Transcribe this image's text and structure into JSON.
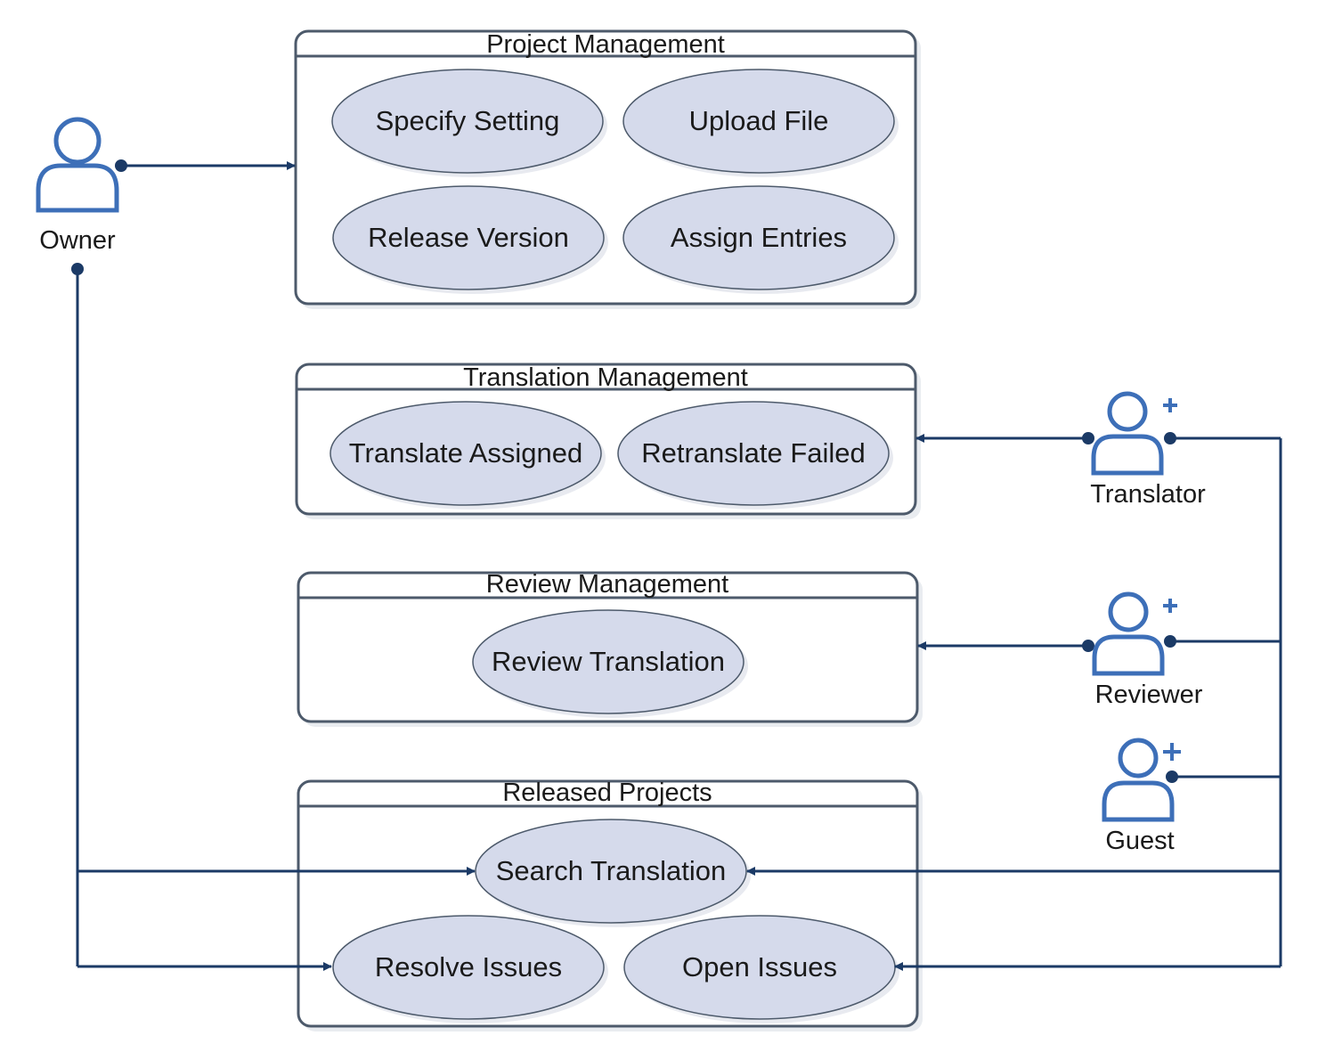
{
  "colors": {
    "connector": "#1b3a66",
    "actor": "#3d6fb8",
    "usecase_fill": "#d5daeb",
    "frame": "#4d5a6b"
  },
  "packages": {
    "project": {
      "title": "Project Management",
      "usecases": [
        "Specify Setting",
        "Upload File",
        "Release Version",
        "Assign Entries"
      ]
    },
    "translation": {
      "title": "Translation Management",
      "usecases": [
        "Translate Assigned",
        "Retranslate Failed"
      ]
    },
    "review": {
      "title": "Review Management",
      "usecases": [
        "Review Translation"
      ]
    },
    "released": {
      "title": "Released Projects",
      "usecases": [
        "Search Translation",
        "Resolve Issues",
        "Open Issues"
      ]
    }
  },
  "actors": {
    "owner": {
      "label": "Owner",
      "icon": "user-icon"
    },
    "translator": {
      "label": "Translator",
      "icon": "user-add-icon"
    },
    "reviewer": {
      "label": "Reviewer",
      "icon": "user-add-icon"
    },
    "guest": {
      "label": "Guest",
      "icon": "user-add-icon"
    }
  }
}
